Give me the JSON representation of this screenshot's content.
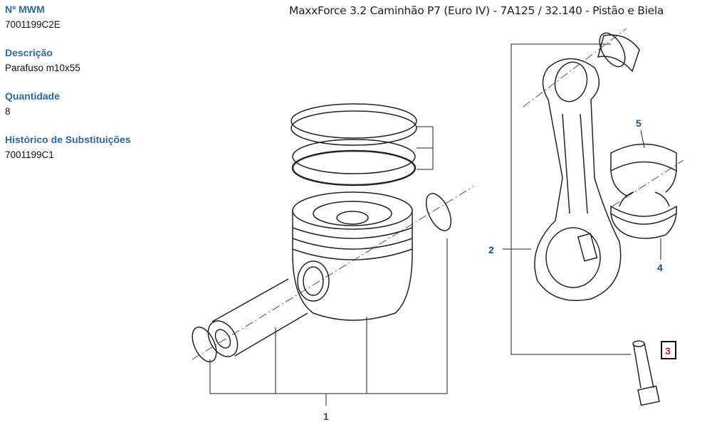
{
  "part_info": {
    "fields": [
      {
        "label": "Nº MWM",
        "value": "7001199C2E"
      },
      {
        "label": "Descrição",
        "value": "Parafuso m10x55"
      },
      {
        "label": "Quantidade",
        "value": "8"
      },
      {
        "label": "Histórico de Substituições",
        "value": "7001199C1"
      }
    ]
  },
  "diagram": {
    "title": "MaxxForce 3.2 Caminhão P7 (Euro IV) - 7A125  /  32.140 - Pistão e Biela",
    "callouts": [
      {
        "number": "1",
        "part": "piston"
      },
      {
        "number": "2",
        "part": "connecting-rod"
      },
      {
        "number": "3",
        "part": "bolt",
        "highlighted": true
      },
      {
        "number": "4",
        "part": "bearing-lower"
      },
      {
        "number": "5",
        "part": "bearing-upper"
      }
    ],
    "callout_color": "#1f4f8a",
    "highlight_color": "#e02020",
    "label_color": "#2a6aa8"
  }
}
